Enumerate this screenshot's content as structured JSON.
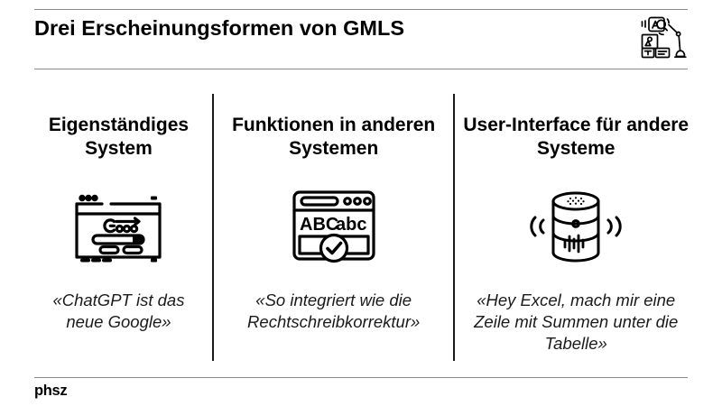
{
  "slide": {
    "title": "Drei Erscheinungsformen von GMLS",
    "header_icon_name": "robot-arm-ai-icon",
    "footer_logo": "phsz",
    "accent_color": "#000000",
    "rule_color": "#8c8c8c",
    "divider_color": "#1a1a1a"
  },
  "columns": [
    {
      "heading": "Eigenständiges System",
      "icon_name": "browser-search-engine-icon",
      "quote": "«ChatGPT ist das neue Google»"
    },
    {
      "heading": "Funktionen in anderen Systemen",
      "icon_name": "spellcheck-browser-icon",
      "quote": "«So integriert wie die Rechtschreibkorrektur»"
    },
    {
      "heading": "User-Interface für andere Systeme",
      "icon_name": "smart-speaker-icon",
      "quote": "«Hey Excel, mach mir eine Zeile mit Summen unter die Tabelle»"
    }
  ]
}
